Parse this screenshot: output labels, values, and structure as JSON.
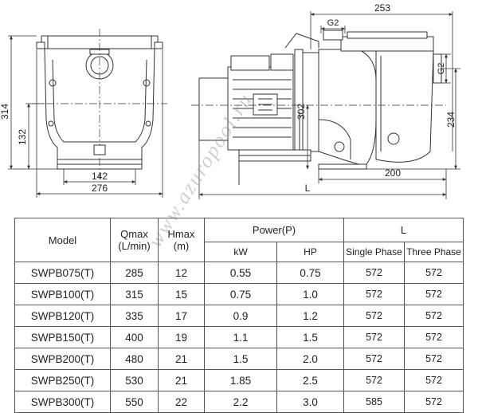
{
  "dimensions": {
    "front_height": "314",
    "front_base_height": "132",
    "front_inner_width": "142",
    "front_total_width": "276",
    "side_top_length": "253",
    "inlet_thread": "G2",
    "outlet_thread": "G2",
    "side_shaft_height": "302",
    "side_right_height": "234",
    "side_base_length": "200",
    "side_total_length": "L"
  },
  "watermark": "www.azuropool.ru",
  "table": {
    "headers": {
      "model": "Model",
      "qmax": "Qmax",
      "qmax_unit": "(L/min)",
      "hmax": "Hmax",
      "hmax_unit": "(m)",
      "power": "Power(P)",
      "kw": "kW",
      "hp": "HP",
      "l": "L",
      "single_phase": "Single Phase",
      "three_phase": "Three Phase"
    },
    "rows": [
      {
        "model": "SWPB075(T)",
        "qmax": "285",
        "hmax": "12",
        "kw": "0.55",
        "hp": "0.75",
        "single": "572",
        "three": "572"
      },
      {
        "model": "SWPB100(T)",
        "qmax": "315",
        "hmax": "15",
        "kw": "0.75",
        "hp": "1.0",
        "single": "572",
        "three": "572"
      },
      {
        "model": "SWPB120(T)",
        "qmax": "335",
        "hmax": "17",
        "kw": "0.9",
        "hp": "1.2",
        "single": "572",
        "three": "572"
      },
      {
        "model": "SWPB150(T)",
        "qmax": "400",
        "hmax": "19",
        "kw": "1.1",
        "hp": "1.5",
        "single": "572",
        "three": "572"
      },
      {
        "model": "SWPB200(T)",
        "qmax": "480",
        "hmax": "21",
        "kw": "1.5",
        "hp": "2.0",
        "single": "572",
        "three": "572"
      },
      {
        "model": "SWPB250(T)",
        "qmax": "530",
        "hmax": "21",
        "kw": "1.85",
        "hp": "2.5",
        "single": "572",
        "three": "572"
      },
      {
        "model": "SWPB300(T)",
        "qmax": "550",
        "hmax": "22",
        "kw": "2.2",
        "hp": "3.0",
        "single": "585",
        "three": "572"
      }
    ]
  }
}
